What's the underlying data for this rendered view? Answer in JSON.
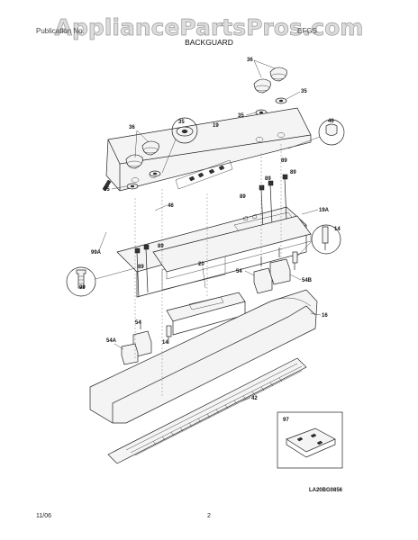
{
  "watermark": "AppliancePartsPros.com",
  "header": {
    "left": "Publication No.",
    "right": "EFGS",
    "title": "BACKGUARD"
  },
  "callouts": [
    "36",
    "35",
    "19",
    "46",
    "89",
    "19A",
    "14",
    "99A",
    "20",
    "54",
    "54B",
    "99",
    "16",
    "54A",
    "42",
    "97"
  ],
  "diagram_code": "LA20BG0856",
  "footer": {
    "date": "11/06",
    "page": "2"
  }
}
